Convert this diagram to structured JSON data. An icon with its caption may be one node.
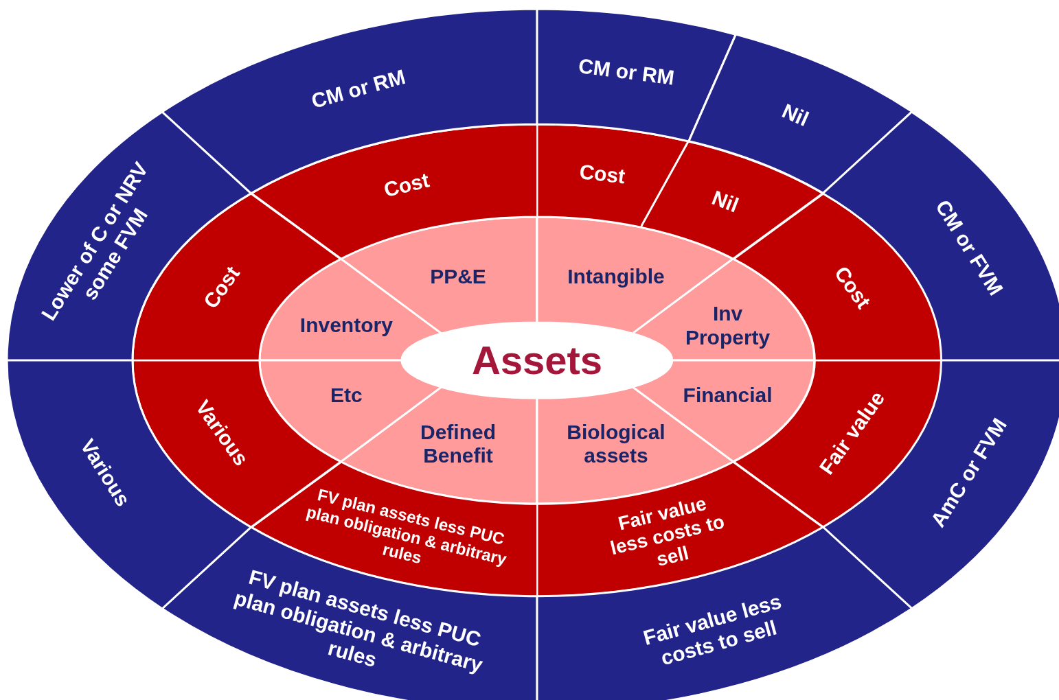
{
  "diagram": {
    "nodes": [
      {
        "text": [
          "Assets"
        ]
      },
      {
        "text": [
          "PP&E"
        ]
      },
      {
        "text": [
          "Intangible"
        ]
      },
      {
        "text": [
          "Inv Property"
        ]
      },
      {
        "text": [
          "Financial"
        ]
      },
      {
        "text": [
          "Biological assets"
        ]
      },
      {
        "text": [
          "Defined Benefit"
        ]
      },
      {
        "text": [
          "Etc"
        ]
      },
      {
        "text": [
          "Inventory"
        ]
      },
      {
        "text": [
          "Cost"
        ]
      },
      {
        "text": [
          "Cost"
        ]
      },
      {
        "text": [
          "Nil"
        ]
      },
      {
        "text": [
          "Cost"
        ]
      },
      {
        "text": [
          "Fair value"
        ]
      },
      {
        "text": [
          "Fair value less costs to sell"
        ]
      },
      {
        "text": [
          "FV plan assets less PUC plan obligation & arbitrary rules"
        ]
      },
      {
        "text": [
          "Various"
        ]
      },
      {
        "text": [
          "Cost"
        ]
      },
      {
        "text": [
          "CM or RM"
        ]
      },
      {
        "text": [
          "CM or RM"
        ]
      },
      {
        "text": [
          "Nil"
        ]
      },
      {
        "text": [
          "CM or FVM"
        ]
      },
      {
        "text": [
          "AmC or FVM"
        ]
      },
      {
        "text": [
          "Fair value less costs to sell"
        ]
      },
      {
        "text": [
          "FV plan assets less PUC plan obligation & arbitrary rules"
        ]
      },
      {
        "text": [
          "Various"
        ]
      },
      {
        "text": [
          "Lower of C or NRV some FVM"
        ]
      }
    ]
  }
}
